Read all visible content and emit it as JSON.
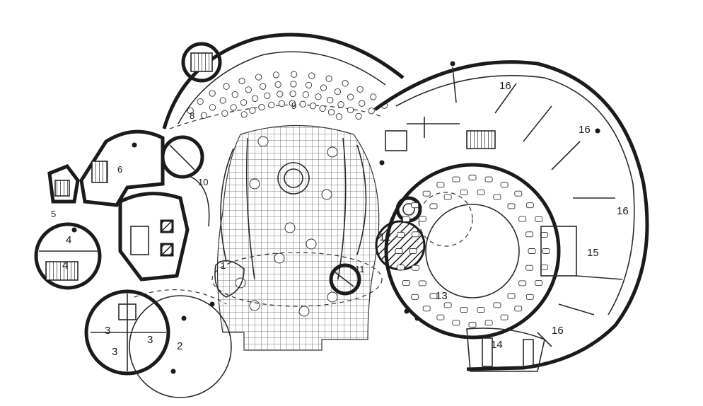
{
  "labels": {
    "r1": "1",
    "r2": "2",
    "r3a": "3",
    "r3b": "3",
    "r3c": "3",
    "r4a": "4",
    "r4b": "4",
    "r5": "5",
    "r6": "6",
    "r8": "8",
    "r9": "9",
    "r10": "10",
    "r11": "11",
    "r12": "12",
    "r13": "13",
    "r14": "14",
    "r15": "15",
    "r16a": "16",
    "r16b": "16",
    "r16c": "16",
    "r16d": "16"
  }
}
